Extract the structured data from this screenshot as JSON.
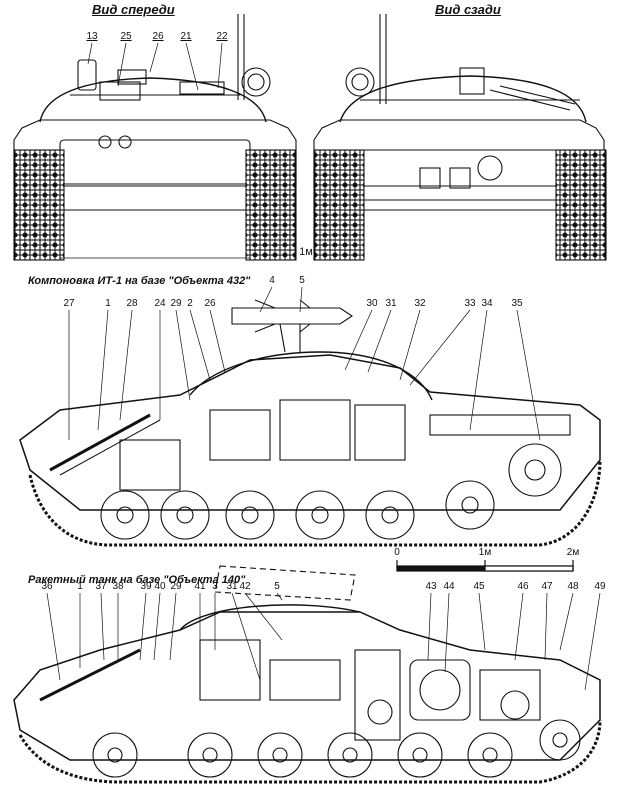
{
  "views": {
    "front_label": "Вид спереди",
    "rear_label": "Вид сзади",
    "meter_mark": "1м"
  },
  "section1": {
    "title": "Компоновка ИТ-1  на базе \"Объекта 432\""
  },
  "section2": {
    "title": "Ракетный танк на базе \"Объекта 140\""
  },
  "scale": {
    "ticks": [
      "0",
      "1м",
      "2м"
    ]
  },
  "callouts_front": [
    "13",
    "25",
    "26",
    "21",
    "22"
  ],
  "callouts_it1": [
    "27",
    "1",
    "28",
    "24",
    "29",
    "2",
    "26",
    "4",
    "5",
    "30",
    "31",
    "32",
    "33",
    "34",
    "35"
  ],
  "callouts_140": [
    "36",
    "1",
    "37",
    "38",
    "39",
    "40",
    "29",
    "41",
    "3",
    "31",
    "42",
    "5",
    "43",
    "44",
    "45",
    "46",
    "47",
    "48",
    "49"
  ]
}
